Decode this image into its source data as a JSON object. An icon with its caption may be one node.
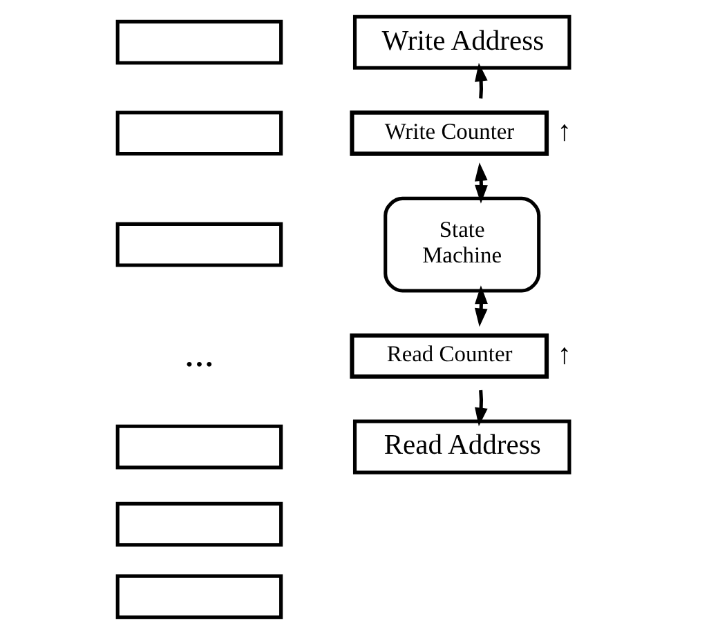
{
  "diagram": {
    "nodes": [
      {
        "text": [],
        "shape": "box"
      },
      {
        "text": [],
        "shape": "box"
      },
      {
        "text": [],
        "shape": "box"
      },
      {
        "text": [],
        "shape": "box"
      },
      {
        "text": [],
        "shape": "box"
      },
      {
        "text": [],
        "shape": "box"
      },
      {
        "text": [
          "Write Address"
        ]
      },
      {
        "text": [
          "Write Counter"
        ],
        "beside": [
          "↑"
        ]
      },
      {
        "text": [
          "State Machine"
        ]
      },
      {
        "text": [
          "Read Counter"
        ],
        "beside": [
          "↑"
        ]
      },
      {
        "text": [
          "Read Address"
        ]
      }
    ],
    "edges": [
      {
        "from": 7,
        "to": 6,
        "arrow": "to"
      },
      {
        "from": 8,
        "to": 7,
        "arrow": "both"
      },
      {
        "from": 8,
        "to": 9,
        "arrow": "both"
      },
      {
        "from": 9,
        "to": 10,
        "arrow": "to"
      }
    ],
    "labels": [
      "..."
    ]
  }
}
